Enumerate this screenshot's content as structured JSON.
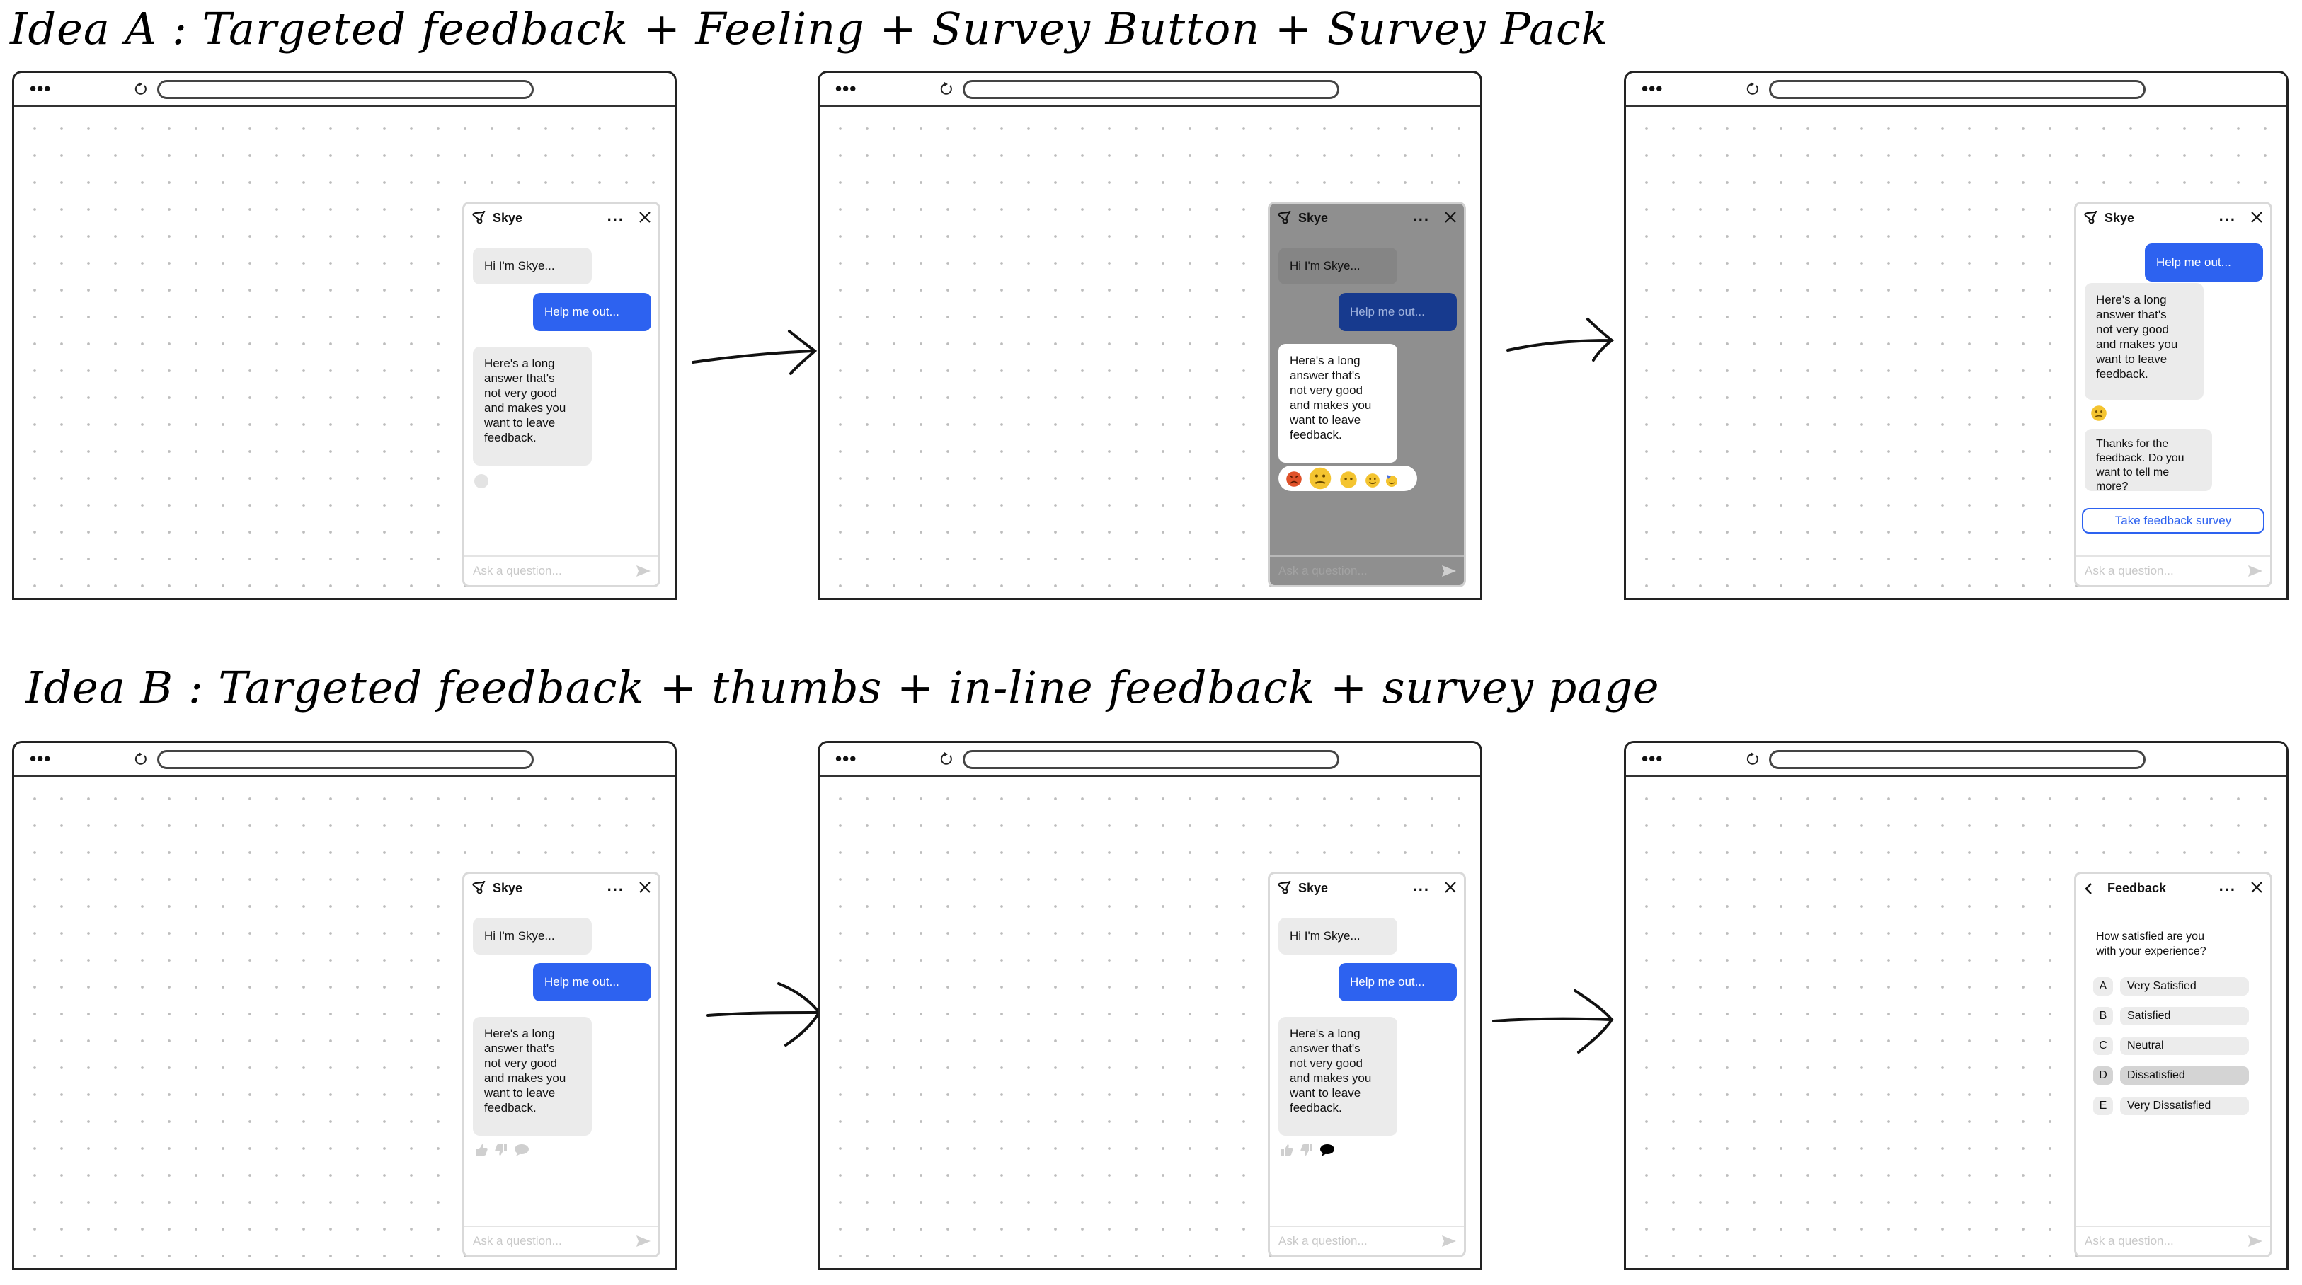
{
  "idea_a": {
    "title": "Idea A : Targeted feedback + Feeling + Survey Button + Survey Pack"
  },
  "idea_b": {
    "title": "Idea B : Targeted feedback + thumbs + in-line feedback + survey page"
  },
  "chat": {
    "bot_name": "Skye",
    "more": "...",
    "greeting": "Hi I'm Skye...",
    "user_message": "Help me out...",
    "answer": "Here's a long\nanswer that's\nnot very good\nand makes you\nwant to leave\nfeedback.",
    "placeholder": "Ask a question...",
    "thanks": "Thanks for the\nfeedback. Do you\nwant to tell me more?",
    "survey_button": "Take feedback survey",
    "reactions": [
      "angry",
      "confused",
      "neutral",
      "slightly-smiling",
      "partying"
    ]
  },
  "survey": {
    "title": "Feedback",
    "question": "How satisfied are you\nwith your experience?",
    "options": [
      {
        "letter": "A",
        "label": "Very Satisfied"
      },
      {
        "letter": "B",
        "label": "Satisfied"
      },
      {
        "letter": "C",
        "label": "Neutral"
      },
      {
        "letter": "D",
        "label": "Dissatisfied"
      },
      {
        "letter": "E",
        "label": "Very Dissatisfied"
      }
    ],
    "selected": "D"
  },
  "colors": {
    "accent": "#2d62f0",
    "overlay": "#8f8f8f",
    "bubble": "#ebebeb"
  }
}
